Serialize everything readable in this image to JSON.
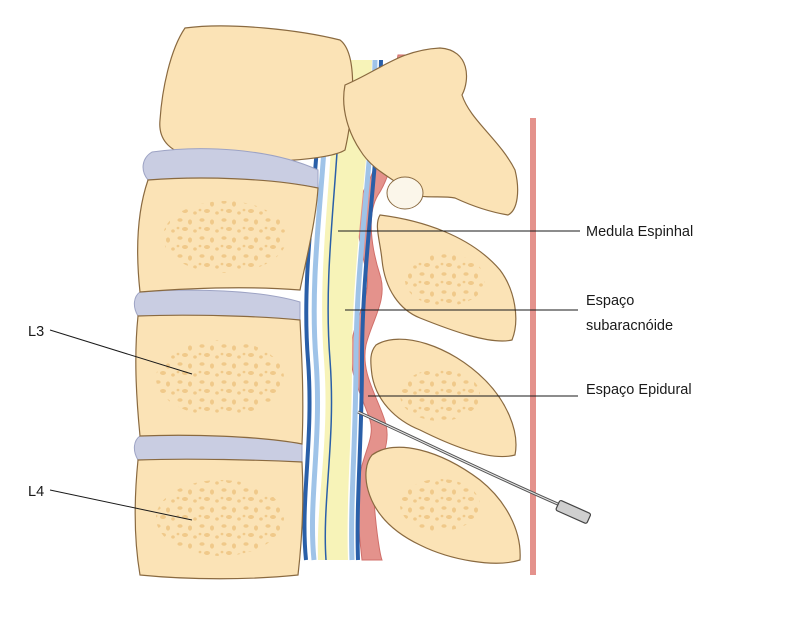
{
  "labels": {
    "medula": "Medula Espinhal",
    "subaracnoide_1": "Espaço",
    "subaracnoide_2": "subaracnóide",
    "epidural": "Espaço Epidural",
    "l3": "L3",
    "l4": "L4"
  },
  "colors": {
    "bone": "#fbe3b6",
    "bone_outline": "#8a6a40",
    "marrow": "#f0c98a",
    "disc": "#c9cde2",
    "cord": "#f7f3b8",
    "dura_blue": "#2a5fa8",
    "dura_light": "#9fc3e8",
    "ligament": "#e4928c",
    "ligament_dark": "#d06f6a",
    "needle": "#555555"
  }
}
